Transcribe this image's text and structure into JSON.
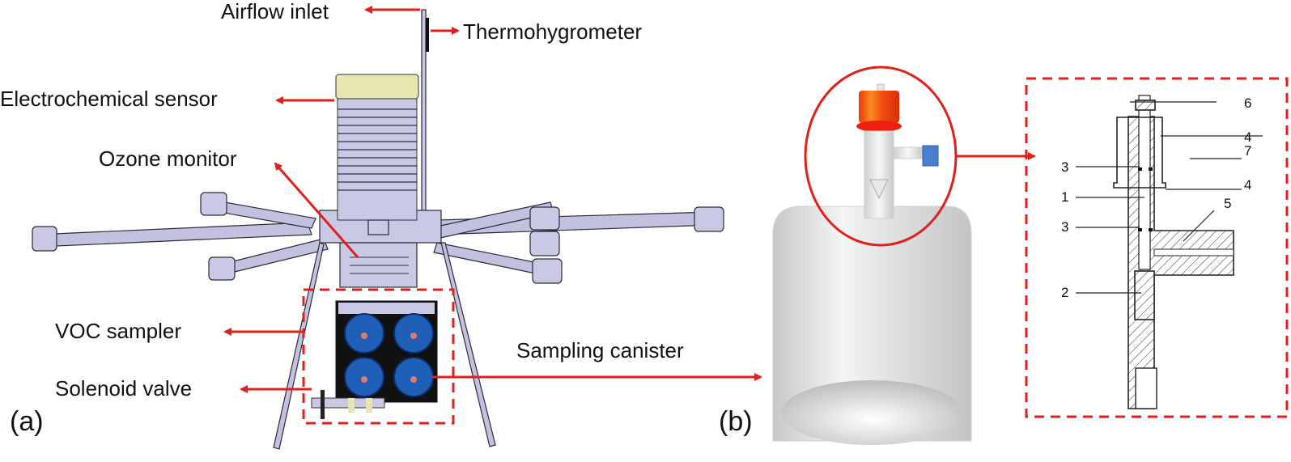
{
  "panel_a": {
    "panel_label": "(a)",
    "labels": {
      "airflow_inlet": "Airflow inlet",
      "thermohygrometer": "Thermohygrometer",
      "electrochemical_sensor": "Electrochemical sensor",
      "ozone_monitor": "Ozone monitor",
      "voc_sampler": "VOC sampler",
      "solenoid_valve": "Solenoid valve",
      "sampling_canister": "Sampling canister"
    },
    "canister_count": 4
  },
  "panel_b": {
    "panel_label": "(b)",
    "callouts": {
      "left": [
        "3",
        "1",
        "3",
        "2"
      ],
      "right": [
        "6",
        "4",
        "7",
        "4",
        "5"
      ]
    }
  },
  "colors": {
    "arrow": "#e0201b",
    "canister_blue": "#1f5fb8",
    "valve_cap": "#f04a10",
    "side_port": "#4a7fd0",
    "frame": "#c9c9e6",
    "sensor_cap": "#e6e6b0"
  }
}
